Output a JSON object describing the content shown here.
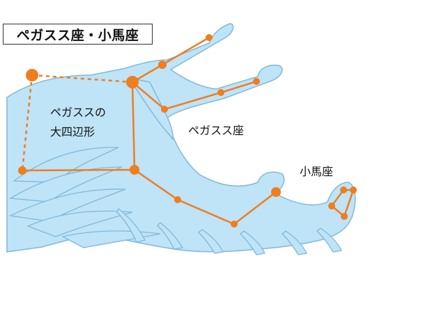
{
  "title": "ペガスス座・小馬座",
  "labels": {
    "square_line1": "ペガススの",
    "square_line2": "大四辺形",
    "pegasus": "ペガスス座",
    "equuleus": "小馬座"
  },
  "colors": {
    "body_fill": "#bfe3f7",
    "outline": "#7fb9da",
    "constellation": "#f07d1e",
    "text": "#111111"
  }
}
